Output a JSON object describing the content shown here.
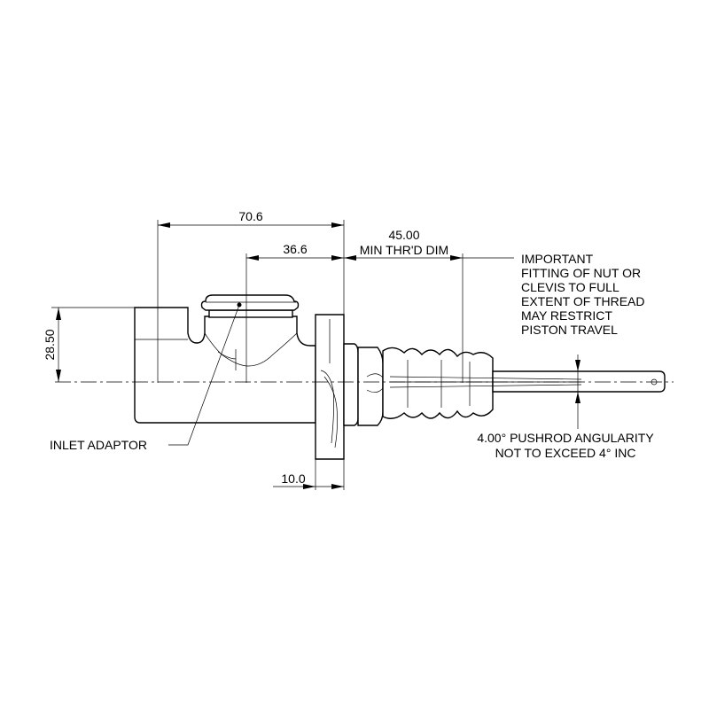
{
  "dimensions": {
    "overall_length": "70.6",
    "inlet_offset": "36.6",
    "thread_length": "45.00",
    "thread_note": "MIN THR'D DIM",
    "height": "28.50",
    "flange_thickness": "10.0"
  },
  "notes": {
    "important": [
      "IMPORTANT",
      "FITTING OF NUT OR",
      "CLEVIS TO FULL",
      "EXTENT OF THREAD",
      "MAY RESTRICT",
      "PISTON TRAVEL"
    ],
    "angularity": [
      "4.00° PUSHROD ANGULARITY",
      "NOT TO EXCEED 4° INC"
    ]
  },
  "labels": {
    "inlet_adaptor": "INLET ADAPTOR"
  }
}
